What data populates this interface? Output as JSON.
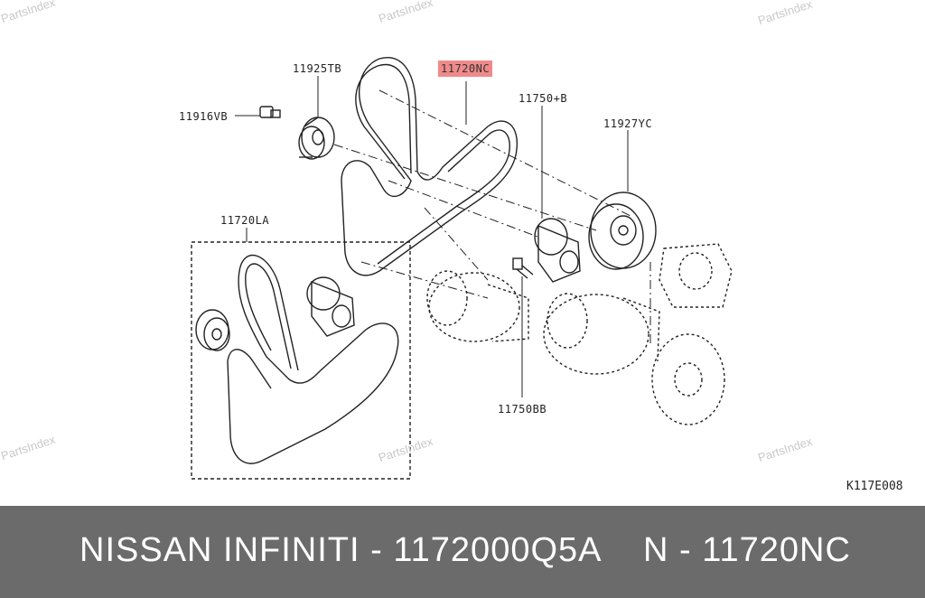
{
  "watermarks": [
    "PartsIndex",
    "PartsIndex",
    "PartsIndex",
    "PartsIndex",
    "PartsIndex",
    "PartsIndex"
  ],
  "labels": {
    "p11925TB": "11925TB",
    "p11916VB": "11916VB",
    "p11720NC": "11720NC",
    "p11750B": "11750+B",
    "p11927YC": "11927YC",
    "p11720LA": "11720LA",
    "p11750BB": "11750BB"
  },
  "diagram_code": "K117E008",
  "footer": {
    "left": "NISSAN  INFINITI - 1172000Q5A",
    "right": "N - 11720NC"
  },
  "colors": {
    "highlight": "#f08a8a",
    "footer_bg": "#6b6b6b",
    "line": "#222222"
  }
}
